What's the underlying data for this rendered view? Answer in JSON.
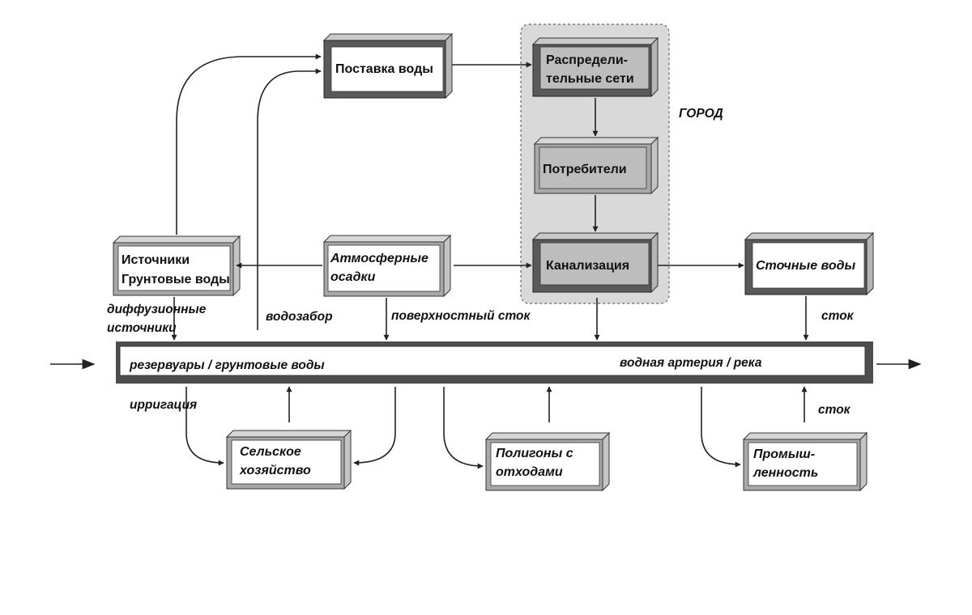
{
  "nodes": {
    "water_supply": "Поставка воды",
    "distribution": [
      "Распредели-",
      "тельные сети"
    ],
    "consumers": "Потребители",
    "sewerage": "Канализация",
    "sources": [
      "Источники",
      "Грунтовые воды"
    ],
    "precipitation": [
      "Атмосферные",
      "осадки"
    ],
    "wastewater": "Сточные воды",
    "agriculture": [
      "Сельское",
      "хозяйство"
    ],
    "landfills": [
      "Полигоны с",
      "отходами"
    ],
    "industry": [
      "Промыш-",
      "ленность"
    ]
  },
  "labels": {
    "city": "ГОРОД",
    "diffuse_sources": [
      "диффузионные",
      "источники"
    ],
    "water_intake": "водозабор",
    "surface_runoff": "поверхностный сток",
    "runoff_top": "сток",
    "runoff_bottom": "сток",
    "irrigation": "ирригация",
    "reservoirs": "резервуары / грунтовые воды",
    "river": "водная артерия / река"
  }
}
